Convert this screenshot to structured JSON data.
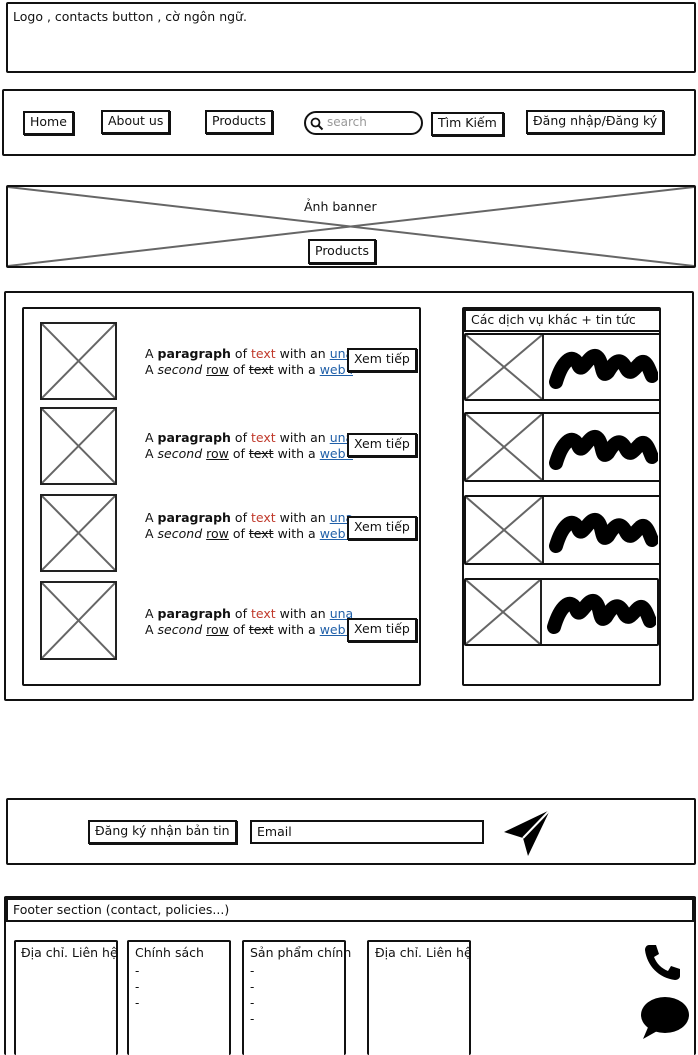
{
  "top_bar": {
    "note": "Logo , contacts button , cờ ngôn ngữ."
  },
  "nav": {
    "home": "Home",
    "about": "About us",
    "products": "Products",
    "search_placeholder": "search",
    "search_button": "Tìm Kiếm",
    "login": "Đăng nhập/Đăng ký"
  },
  "banner": {
    "title": "Ảnh banner",
    "button": "Products"
  },
  "articles": {
    "items": [
      {
        "w1": "A",
        "bold": "paragraph",
        "w2": "of",
        "red": "text",
        "w3": "with an",
        "link1": "unassigned link.",
        "w4": "A",
        "em": "second",
        "u": "row",
        "w5": "of",
        "strike": "text",
        "w6": "with a",
        "link2": "web link.",
        "more": "Xem tiếp"
      },
      {
        "w1": "A",
        "bold": "paragraph",
        "w2": "of",
        "red": "text",
        "w3": "with an",
        "link1": "unassigned link.",
        "w4": "A",
        "em": "second",
        "u": "row",
        "w5": "of",
        "strike": "text",
        "w6": "with a",
        "link2": "web link.",
        "more": "Xem tiếp"
      },
      {
        "w1": "A",
        "bold": "paragraph",
        "w2": "of",
        "red": "text",
        "w3": "with an",
        "link1": "unassigned link.",
        "w4": "A",
        "em": "second",
        "u": "row",
        "w5": "of",
        "strike": "text",
        "w6": "with a",
        "link2": "web link.",
        "more": "Xem tiếp"
      },
      {
        "w1": "A",
        "bold": "paragraph",
        "w2": "of",
        "red": "text",
        "w3": "with an",
        "link1": "unassigned link.",
        "w4": "A",
        "em": "second",
        "u": "row",
        "w5": "of",
        "strike": "text",
        "w6": "with a",
        "link2": "web link.",
        "more": "Xem tiếp"
      }
    ]
  },
  "sidebar": {
    "title": "Các dịch vụ khác + tin tức"
  },
  "newsletter": {
    "label": "Đăng ký nhận bản tin",
    "email_value": "Email"
  },
  "footer": {
    "title": "Footer section (contact, policies...)",
    "col1_title": "Địa chỉ. Liên hệ",
    "col2_title": "Chính sách",
    "col3_title": "Sản phẩm chính",
    "col4_title": "Địa chỉ. Liên hệ",
    "dash": "-"
  },
  "icons": {
    "phone": "phone-icon",
    "chat": "chat-icon",
    "send": "send-icon",
    "search": "search-icon"
  }
}
